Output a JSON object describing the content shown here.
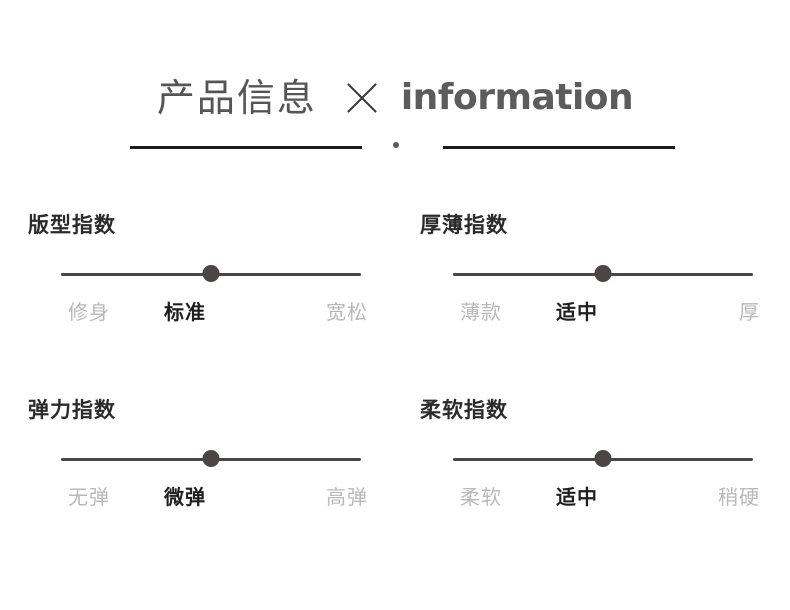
{
  "header": {
    "title_cn": "产品信息",
    "divider_icon": "cross-icon",
    "title_en": "information"
  },
  "colors": {
    "title_dark": "#2b2b2b",
    "label_active": "#1f1f1f",
    "label_inactive": "#b9b9b9",
    "track": "#4a4646",
    "rule": "#1c1c1c",
    "header_text": "#555555",
    "background": "#ffffff"
  },
  "sliders": [
    {
      "title": "版型指数",
      "min_label": "修身",
      "current_label": "标准",
      "max_label": "宽松",
      "value_percent": 50
    },
    {
      "title": "厚薄指数",
      "min_label": "薄款",
      "current_label": "适中",
      "max_label": "厚",
      "value_percent": 50
    },
    {
      "title": "弹力指数",
      "min_label": "无弹",
      "current_label": "微弹",
      "max_label": "高弹",
      "value_percent": 50
    },
    {
      "title": "柔软指数",
      "min_label": "柔软",
      "current_label": "适中",
      "max_label": "稍硬",
      "value_percent": 50
    }
  ]
}
